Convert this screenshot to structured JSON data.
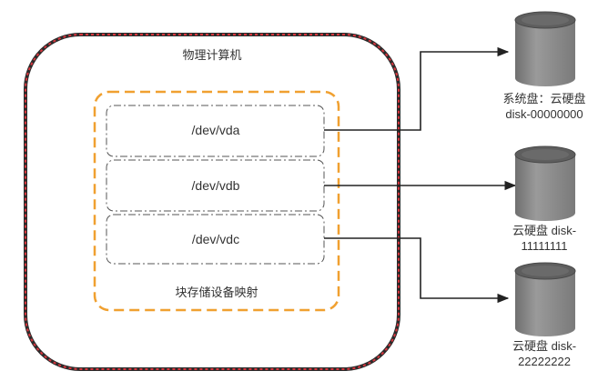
{
  "diagram": {
    "host_title": "物理计算机",
    "mapping_label": "块存储设备映射",
    "devices": [
      {
        "path": "/dev/vda"
      },
      {
        "path": "/dev/vdb"
      },
      {
        "path": "/dev/vdc"
      }
    ],
    "disks": [
      {
        "line1": "系统盘：云硬盘",
        "line2": "disk-00000000"
      },
      {
        "line1": "云硬盘 disk-",
        "line2": "11111111"
      },
      {
        "line1": "云硬盘 disk-",
        "line2": "22222222"
      }
    ],
    "colors": {
      "host_border_outer": "#2b2b2b",
      "host_border_inner": "#d9363e",
      "mapping_border": "#f0a030",
      "device_border": "#444444",
      "disk_body": "#8a8a8a",
      "disk_dark": "#5e5e5e",
      "arrow": "#222222"
    }
  }
}
